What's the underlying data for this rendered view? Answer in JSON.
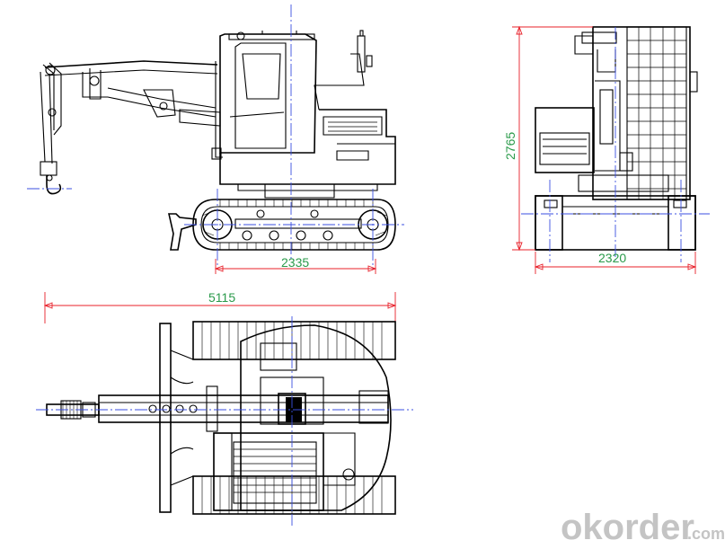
{
  "dimensions": {
    "undercarriage_length": "2335",
    "overall_length": "5115",
    "overall_height": "2765",
    "overall_width": "2320"
  },
  "watermark": {
    "brand": "okorder",
    "suffix": ".com"
  },
  "colors": {
    "line": "#000000",
    "centerline": "#3b4fe0",
    "dimension_line": "#e8202a",
    "dimension_text": "#2a9a4a",
    "watermark": "#c4c4c4"
  }
}
